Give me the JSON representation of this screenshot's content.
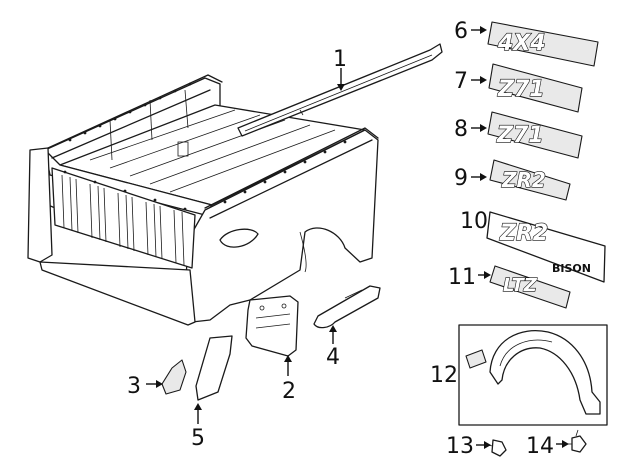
{
  "callouts": [
    {
      "num": "1"
    },
    {
      "num": "2"
    },
    {
      "num": "3"
    },
    {
      "num": "4"
    },
    {
      "num": "5"
    },
    {
      "num": "6"
    },
    {
      "num": "7"
    },
    {
      "num": "8"
    },
    {
      "num": "9"
    },
    {
      "num": "10"
    },
    {
      "num": "11"
    },
    {
      "num": "12"
    },
    {
      "num": "13"
    },
    {
      "num": "14"
    }
  ],
  "emblems": {
    "e6": "4X4",
    "e7": "Z71",
    "e8": "Z71",
    "e9": "ZR2",
    "e10_main": "ZR2",
    "e10_sub": "BISON",
    "e11": "LTZ"
  }
}
